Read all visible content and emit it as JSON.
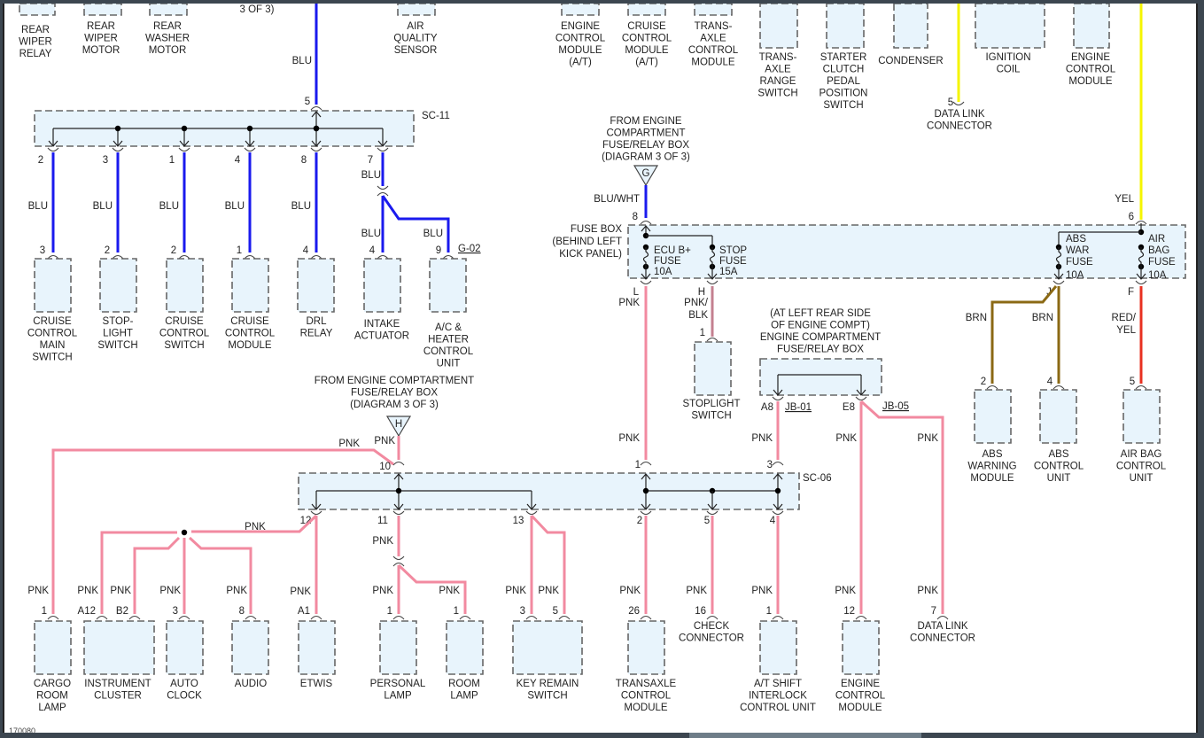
{
  "diagram": {
    "footer_id": "170080",
    "colors": {
      "BLU": "#1a1aee",
      "BLU/WHT": "#1a1aee",
      "PNK": "#f28aa0",
      "PNK/BLK": "#c48090",
      "YEL": "#f5f500",
      "BRN": "#8b6914",
      "RED/YEL": "#e83020"
    },
    "top_components": [
      {
        "id": "rear-wiper-relay",
        "label": [
          "REAR",
          "WIPER",
          "RELAY"
        ]
      },
      {
        "id": "rear-wiper-motor",
        "label": [
          "REAR",
          "WIPER",
          "MOTOR"
        ]
      },
      {
        "id": "rear-washer-motor",
        "label": [
          "REAR",
          "WASHER",
          "MOTOR"
        ]
      },
      {
        "id": "diagram-ref-top",
        "label": [
          "3 OF 3)"
        ]
      },
      {
        "id": "air-quality-sensor",
        "label": [
          "AIR",
          "QUALITY",
          "SENSOR"
        ]
      },
      {
        "id": "engine-control-module-at",
        "label": [
          "ENGINE",
          "CONTROL",
          "MODULE",
          "(A/T)"
        ]
      },
      {
        "id": "cruise-control-module-at",
        "label": [
          "CRUISE",
          "CONTROL",
          "MODULE",
          "(A/T)"
        ]
      },
      {
        "id": "transaxle-control-module-top",
        "label": [
          "TRANS-",
          "AXLE",
          "CONTROL",
          "MODULE"
        ]
      },
      {
        "id": "transaxle-range-switch",
        "label": [
          "TRANS-",
          "AXLE",
          "RANGE",
          "SWITCH"
        ]
      },
      {
        "id": "starter-clutch-pedal-position-switch",
        "label": [
          "STARTER",
          "CLUTCH",
          "PEDAL",
          "POSITION",
          "SWITCH"
        ]
      },
      {
        "id": "condenser",
        "label": [
          "CONDENSER"
        ]
      },
      {
        "id": "ignition-coil",
        "label": [
          "IGNITION",
          "COIL"
        ]
      },
      {
        "id": "engine-control-module-top",
        "label": [
          "ENGINE",
          "CONTROL",
          "MODULE"
        ]
      },
      {
        "id": "data-link-connector-top",
        "pin": "5",
        "label": [
          "DATA LINK",
          "CONNECTOR"
        ]
      }
    ],
    "sc11": {
      "name": "SC-11",
      "input_pin": "5",
      "input_wire": "BLU",
      "outputs": [
        {
          "pin": "2",
          "wire": "BLU",
          "dest_pin": "3",
          "dest": [
            "CRUISE",
            "CONTROL",
            "MAIN",
            "SWITCH"
          ]
        },
        {
          "pin": "3",
          "wire": "BLU",
          "dest_pin": "2",
          "dest": [
            "STOP-",
            "LIGHT",
            "SWITCH"
          ]
        },
        {
          "pin": "1",
          "wire": "BLU",
          "dest_pin": "2",
          "dest": [
            "CRUISE",
            "CONTROL",
            "SWITCH"
          ]
        },
        {
          "pin": "4",
          "wire": "BLU",
          "dest_pin": "1",
          "dest": [
            "CRUISE",
            "CONTROL",
            "MODULE"
          ]
        },
        {
          "pin": "8",
          "wire": "BLU",
          "dest_pin": "4",
          "dest": [
            "DRL",
            "RELAY"
          ]
        },
        {
          "pin": "7",
          "wire": "BLU",
          "dest_pin": "4",
          "dest": [
            "INTAKE",
            "ACTUATOR"
          ]
        }
      ],
      "branch": {
        "wire": "BLU",
        "dest_pin": "9",
        "ground": "G-02",
        "dest": [
          "A/C &",
          "HEATER",
          "CONTROL",
          "UNIT"
        ]
      }
    },
    "fuse_box": {
      "source_label": [
        "FROM ENGINE",
        "COMPARTMENT",
        "FUSE/RELAY BOX",
        "(DIAGRAM 3 OF 3)"
      ],
      "source_connector": "G",
      "source_wire": "BLU/WHT",
      "input_pin": "8",
      "label": [
        "FUSE BOX",
        "(BEHIND LEFT",
        "KICK PANEL)"
      ],
      "fuses": [
        {
          "name": [
            "ECU B+",
            "FUSE",
            "10A"
          ],
          "out_pin": "L",
          "wire": "PNK"
        },
        {
          "name": [
            "STOP",
            "FUSE",
            "15A"
          ],
          "out_pin": "H",
          "wire": "PNK/BLK"
        },
        {
          "name": [
            "ABS",
            "WAR",
            "FUSE",
            "10A"
          ],
          "out_pin": "J",
          "wire": "BRN"
        },
        {
          "name": [
            "AIR",
            "BAG",
            "FUSE",
            "10A"
          ],
          "out_pin": "F",
          "wire": "RED/YEL"
        }
      ],
      "second_input_pin": "6",
      "second_input_wire": "YEL"
    },
    "stoplight_switch": {
      "pin": "1",
      "label": [
        "STOPLIGHT",
        "SWITCH"
      ]
    },
    "engine_fuse_relay_box": {
      "label": [
        "(AT LEFT REAR SIDE",
        "OF ENGINE COMPT)",
        "ENGINE COMPARTMENT",
        "FUSE/RELAY BOX"
      ],
      "pins": [
        {
          "pin": "A8",
          "ref": "JB-01"
        },
        {
          "pin": "E8",
          "ref": "JB-05"
        }
      ]
    },
    "abs_airbag": [
      {
        "pin": "2",
        "wire": "BRN",
        "label": [
          "ABS",
          "WARNING",
          "MODULE"
        ]
      },
      {
        "pin": "4",
        "wire": "BRN",
        "label": [
          "ABS",
          "CONTROL",
          "UNIT"
        ]
      },
      {
        "pin": "5",
        "wire": "RED/YEL",
        "label": [
          "AIR BAG",
          "CONTROL",
          "UNIT"
        ]
      }
    ],
    "sc06": {
      "name": "SC-06",
      "source_label": [
        "FROM ENGINE COMPTARTMENT",
        "FUSE/RELAY BOX",
        "(DIAGRAM 3 OF 3)"
      ],
      "source_connector": "H",
      "pins_in": [
        "10",
        "1",
        "3"
      ],
      "pins_out": [
        "12",
        "11",
        "13",
        "2",
        "5",
        "4"
      ]
    },
    "bottom_components": [
      {
        "id": "cargo-room-lamp",
        "pins": [
          "1"
        ],
        "wire": "PNK",
        "label": [
          "CARGO",
          "ROOM",
          "LAMP"
        ]
      },
      {
        "id": "instrument-cluster",
        "pins": [
          "A12",
          "B2"
        ],
        "wire": "PNK",
        "label": [
          "INSTRUMENT",
          "CLUSTER"
        ]
      },
      {
        "id": "auto-clock",
        "pins": [
          "3"
        ],
        "wire": "PNK",
        "label": [
          "AUTO",
          "CLOCK"
        ]
      },
      {
        "id": "audio",
        "pins": [
          "8"
        ],
        "wire": "PNK",
        "label": [
          "AUDIO"
        ]
      },
      {
        "id": "etwis",
        "pins": [
          "A1"
        ],
        "wire": "PNK",
        "label": [
          "ETWIS"
        ]
      },
      {
        "id": "personal-lamp",
        "pins": [
          "1"
        ],
        "wire": "PNK",
        "label": [
          "PERSONAL",
          "LAMP"
        ]
      },
      {
        "id": "room-lamp",
        "pins": [
          "1"
        ],
        "wire": "PNK",
        "label": [
          "ROOM",
          "LAMP"
        ]
      },
      {
        "id": "key-remain-switch",
        "pins": [
          "3",
          "5"
        ],
        "wire": "PNK",
        "label": [
          "KEY REMAIN",
          "SWITCH"
        ]
      },
      {
        "id": "transaxle-control-module",
        "pins": [
          "26"
        ],
        "wire": "PNK",
        "label": [
          "TRANSAXLE",
          "CONTROL",
          "MODULE"
        ]
      },
      {
        "id": "check-connector",
        "pins": [
          "16"
        ],
        "wire": "PNK",
        "label": [
          "CHECK",
          "CONNECTOR"
        ]
      },
      {
        "id": "at-shift-interlock-control-unit",
        "pins": [
          "1"
        ],
        "wire": "PNK",
        "label": [
          "A/T SHIFT",
          "INTERLOCK",
          "CONTROL UNIT"
        ]
      },
      {
        "id": "engine-control-module",
        "pins": [
          "12"
        ],
        "wire": "PNK",
        "label": [
          "ENGINE",
          "CONTROL",
          "MODULE"
        ]
      },
      {
        "id": "data-link-connector",
        "pins": [
          "7"
        ],
        "wire": "PNK",
        "label": [
          "DATA LINK",
          "CONNECTOR"
        ]
      }
    ]
  }
}
